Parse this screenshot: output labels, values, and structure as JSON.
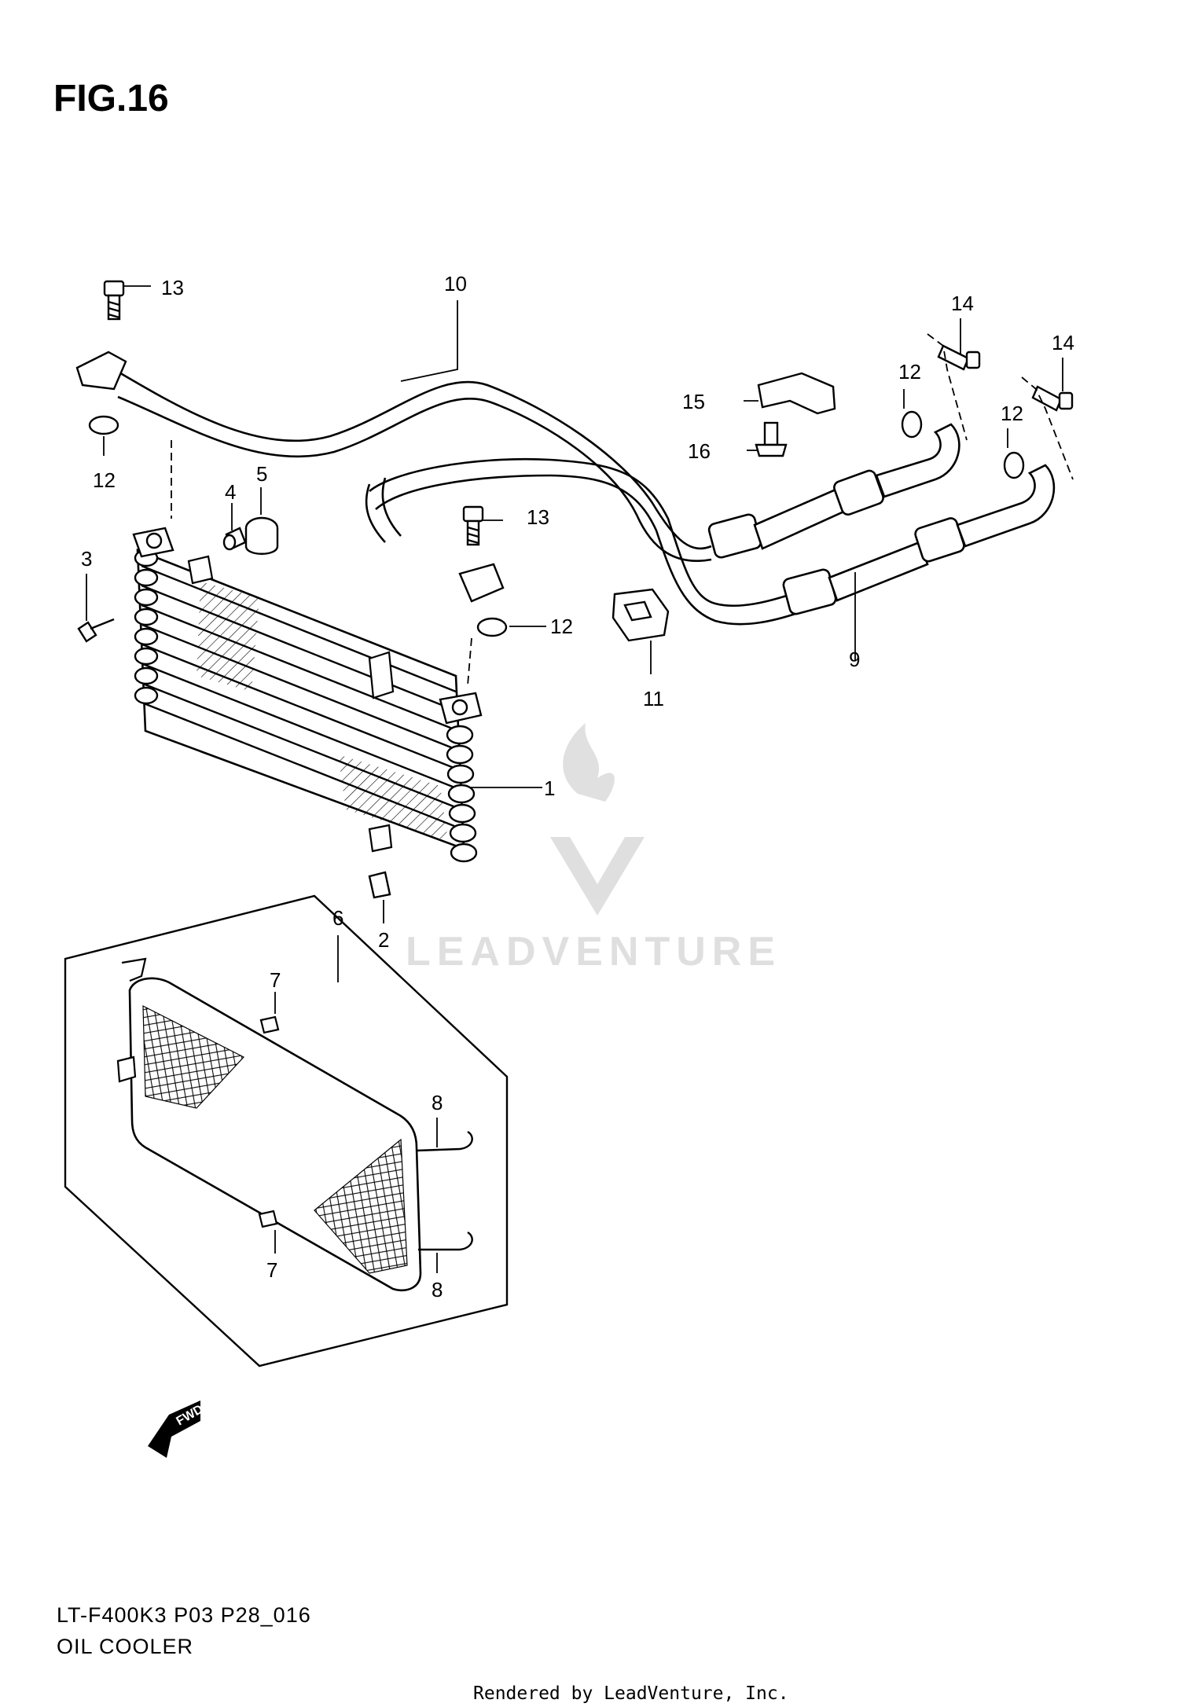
{
  "header": {
    "figure_title": "FIG.16"
  },
  "footer": {
    "diagram_code": "LT-F400K3 P03 P28_016",
    "diagram_name": "OIL COOLER",
    "render_credit": "Rendered by LeadVenture, Inc."
  },
  "watermark": {
    "text": "LEADVENTURE"
  },
  "direction_badge": {
    "label": "FWD"
  },
  "callouts": {
    "c1": "1",
    "c2": "2",
    "c3": "3",
    "c4": "4",
    "c5": "5",
    "c6": "6",
    "c7a": "7",
    "c7b": "7",
    "c8a": "8",
    "c8b": "8",
    "c9": "9",
    "c10": "10",
    "c11": "11",
    "c12a": "12",
    "c12b": "12",
    "c12c": "12",
    "c12d": "12",
    "c13a": "13",
    "c13b": "13",
    "c14a": "14",
    "c14b": "14",
    "c15": "15",
    "c16": "16"
  }
}
